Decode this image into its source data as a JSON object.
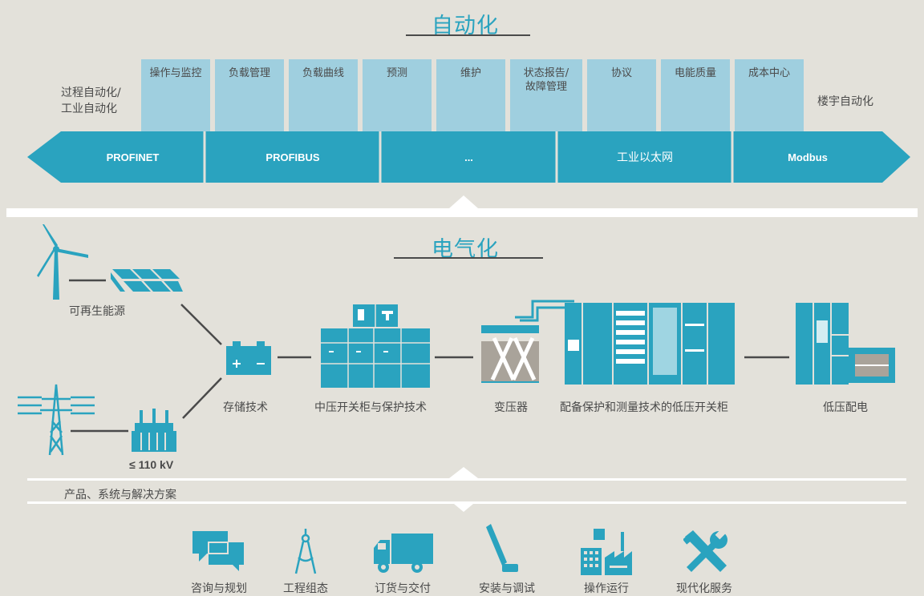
{
  "automation": {
    "title": "自动化",
    "left_label": "过程自动化/\n工业自动化",
    "right_label": "楼宇自动化",
    "management": [
      "操作与监控",
      "负载管理",
      "负载曲线",
      "预测",
      "维护",
      "状态报告/\n故障管理",
      "协议",
      "电能质量",
      "成本中心"
    ],
    "protocols": [
      "PROFINET",
      "PROFIBUS",
      "...",
      "工业以太网",
      "Modbus"
    ]
  },
  "electrification": {
    "title": "电气化",
    "renewables_label": "可再生能源",
    "grid_voltage_label": "≤ 110 kV",
    "storage_label": "存储技术",
    "mv_label": "中压开关柜与保护技术",
    "transformer_label": "变压器",
    "lv_switchgear_label": "配备保护和测量技术的低压开关柜",
    "lv_distribution_label": "低压配电"
  },
  "products_label": "产品、系统与解决方案",
  "services": [
    {
      "label": "咨询与规划",
      "icon": "chat-bubbles-icon"
    },
    {
      "label": "工程组态",
      "icon": "compass-icon"
    },
    {
      "label": "订货与交付",
      "icon": "truck-icon"
    },
    {
      "label": "安装与调试",
      "icon": "installation-tool-icon"
    },
    {
      "label": "操作运行",
      "icon": "factory-icon"
    },
    {
      "label": "现代化服务",
      "icon": "tools-icon"
    }
  ],
  "colors": {
    "background": "#e3e1da",
    "accent": "#2aa3bf",
    "accent_light": "#9fcfdf",
    "text": "#4a4a4a"
  }
}
